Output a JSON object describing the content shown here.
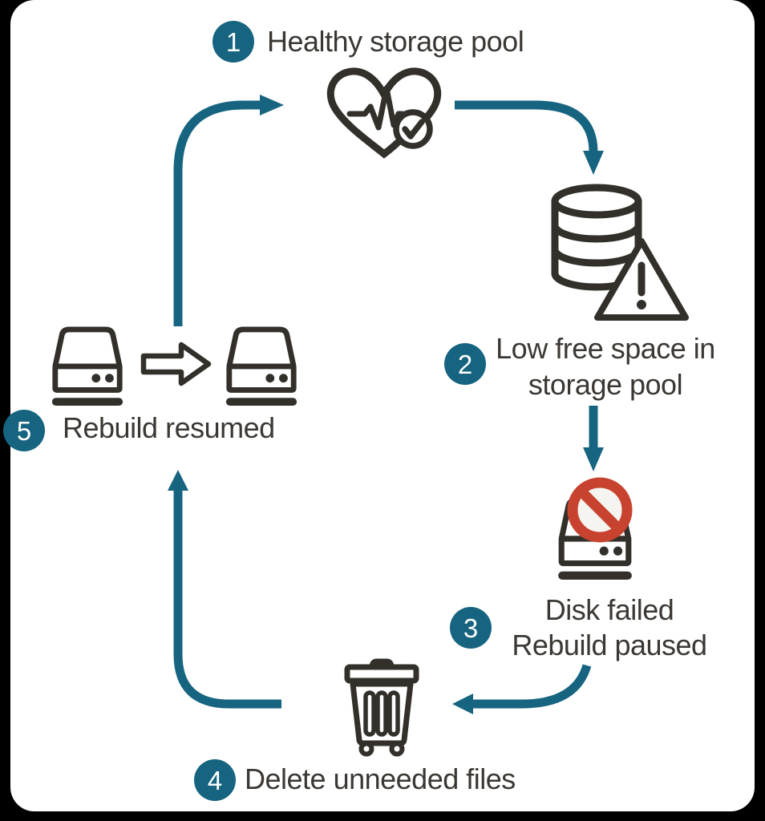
{
  "diagram": {
    "background": "#000000",
    "card_background": "#ffffff",
    "colors": {
      "accent_teal": "#176480",
      "ink": "#33302b",
      "text": "#3b3733",
      "alert_red": "#c7432f",
      "badge_text": "#ffffff"
    },
    "steps": [
      {
        "number": "1",
        "label": "Healthy storage pool",
        "icon": "heart-pulse-check-icon"
      },
      {
        "number": "2",
        "line1": "Low free space in",
        "line2": "storage pool",
        "icon": "database-warning-icon"
      },
      {
        "number": "3",
        "line1": "Disk failed",
        "line2": "Rebuild paused",
        "icon": "disk-failed-icon"
      },
      {
        "number": "4",
        "label": "Delete unneeded files",
        "icon": "trash-can-icon"
      },
      {
        "number": "5",
        "label": "Rebuild resumed",
        "icon": "disk-rebuild-icon"
      }
    ]
  }
}
